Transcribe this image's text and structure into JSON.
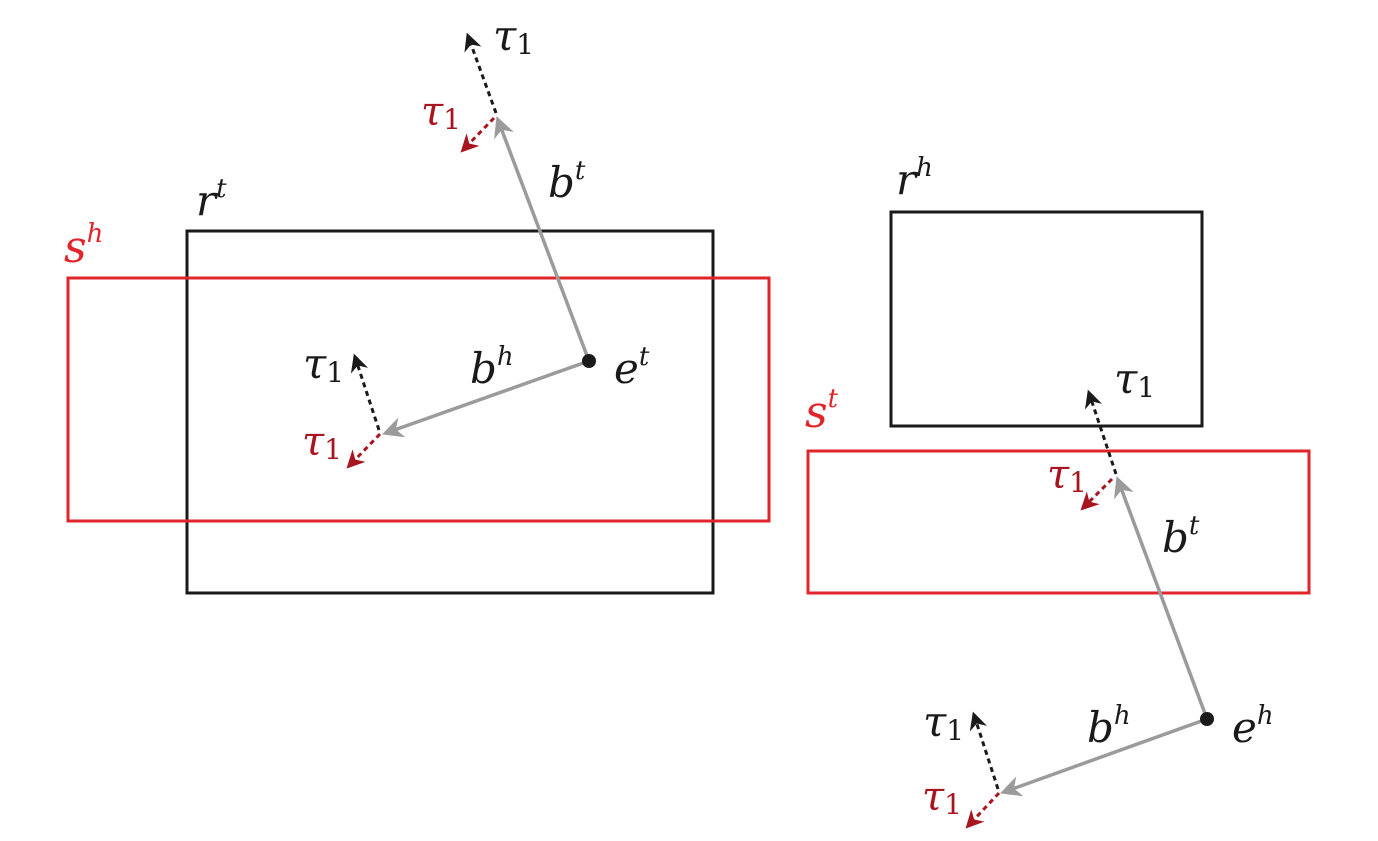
{
  "colors": {
    "black": "#1a1a1a",
    "red": "#e0262b",
    "darkred": "#a8151f",
    "gray": "#9b9b9b"
  },
  "labels": {
    "r_t": {
      "base": "r",
      "sup": "t"
    },
    "r_h": {
      "base": "r",
      "sup": "h"
    },
    "s_h": {
      "base": "s",
      "sup": "h"
    },
    "s_t": {
      "base": "s",
      "sup": "t"
    },
    "e_t": {
      "base": "e",
      "sup": "t"
    },
    "e_h": {
      "base": "e",
      "sup": "h"
    },
    "b_t": {
      "base": "b",
      "sup": "t"
    },
    "b_h": {
      "base": "b",
      "sup": "h"
    },
    "tau": {
      "base": "τ",
      "sub": "1"
    }
  }
}
